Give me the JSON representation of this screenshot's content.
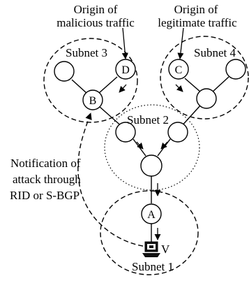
{
  "labels": {
    "malicious_origin_line1": "Origin of",
    "malicious_origin_line2": "malicious traffic",
    "legit_origin_line1": "Origin of",
    "legit_origin_line2": "legitimate traffic",
    "notification_line1": "Notification of",
    "notification_line2": "attack through",
    "notification_line3": "RID or S-BGP",
    "victim": "V"
  },
  "subnets": {
    "s1": "Subnet 1",
    "s2": "Subnet 2",
    "s3": "Subnet 3",
    "s4": "Subnet 4"
  },
  "nodes": {
    "a": "A",
    "b": "B",
    "c": "C",
    "d": "D"
  }
}
